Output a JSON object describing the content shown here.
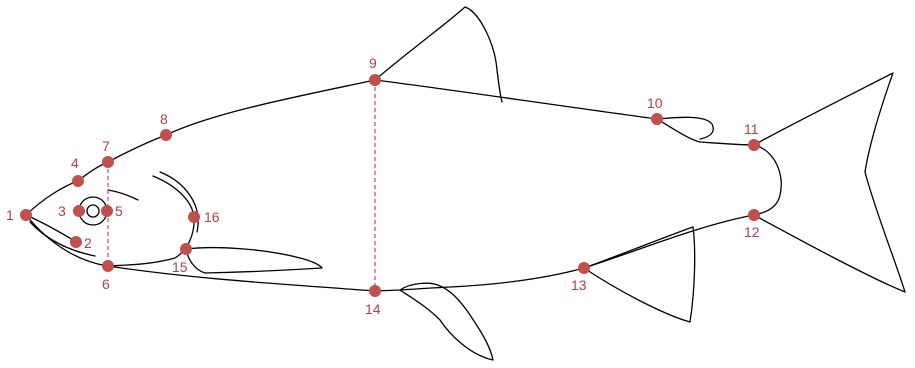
{
  "colors": {
    "landmark": "#c0504d",
    "outline": "#000000",
    "background": "#ffffff"
  },
  "landmarks": [
    {
      "id": "1",
      "label": "1"
    },
    {
      "id": "2",
      "label": "2"
    },
    {
      "id": "3",
      "label": "3"
    },
    {
      "id": "4",
      "label": "4"
    },
    {
      "id": "5",
      "label": "5"
    },
    {
      "id": "6",
      "label": "6"
    },
    {
      "id": "7",
      "label": "7"
    },
    {
      "id": "8",
      "label": "8"
    },
    {
      "id": "9",
      "label": "9"
    },
    {
      "id": "10",
      "label": "10"
    },
    {
      "id": "11",
      "label": "11"
    },
    {
      "id": "12",
      "label": "12"
    },
    {
      "id": "13",
      "label": "13"
    },
    {
      "id": "14",
      "label": "14"
    },
    {
      "id": "15",
      "label": "15"
    },
    {
      "id": "16",
      "label": "16"
    }
  ],
  "guide_lines": [
    {
      "from": "7",
      "to": "6"
    },
    {
      "from": "9",
      "to": "14"
    }
  ]
}
